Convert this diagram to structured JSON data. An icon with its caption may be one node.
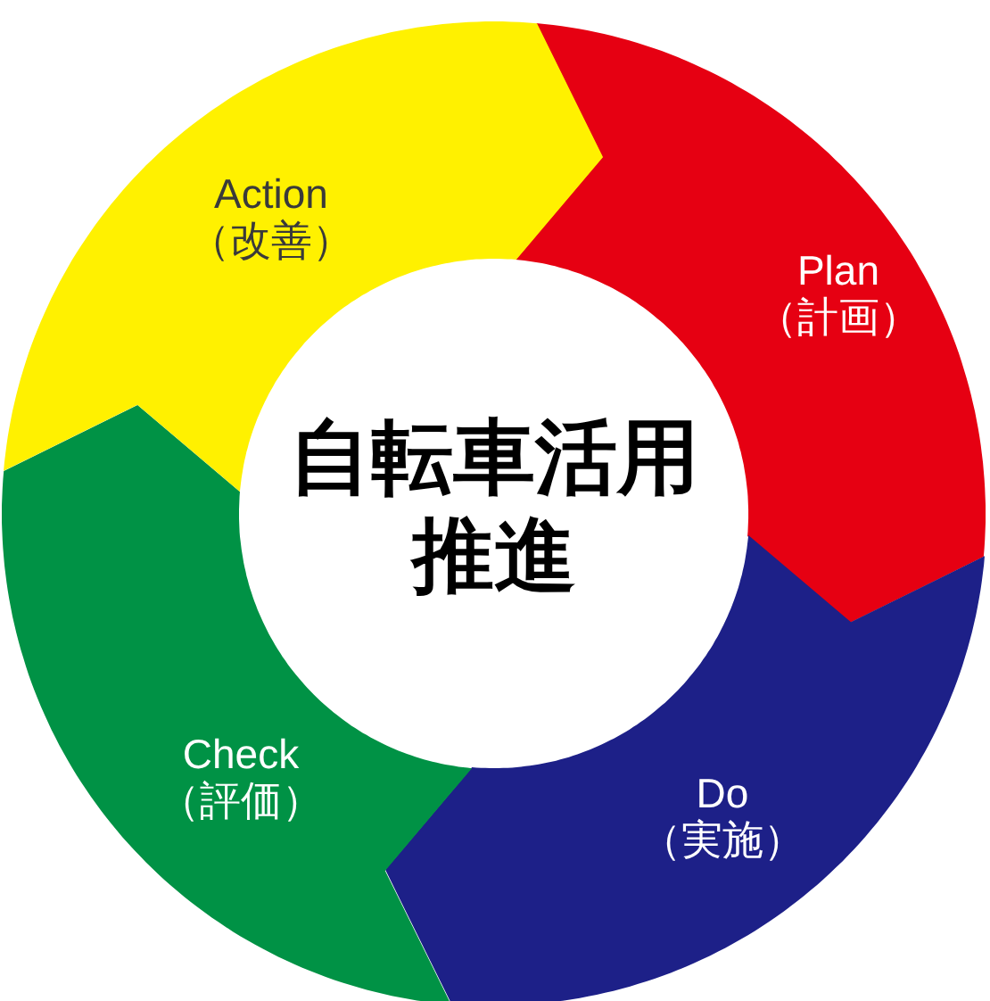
{
  "diagram": {
    "nodes": [
      {
        "text": [
          "自転車活用推進"
        ]
      },
      {
        "text": [
          "Plan",
          "（計画）"
        ]
      },
      {
        "text": [
          "Do",
          "（実施）"
        ]
      },
      {
        "text": [
          "Check",
          "（評価）"
        ]
      },
      {
        "text": [
          "Action",
          "（改善）"
        ]
      }
    ]
  }
}
